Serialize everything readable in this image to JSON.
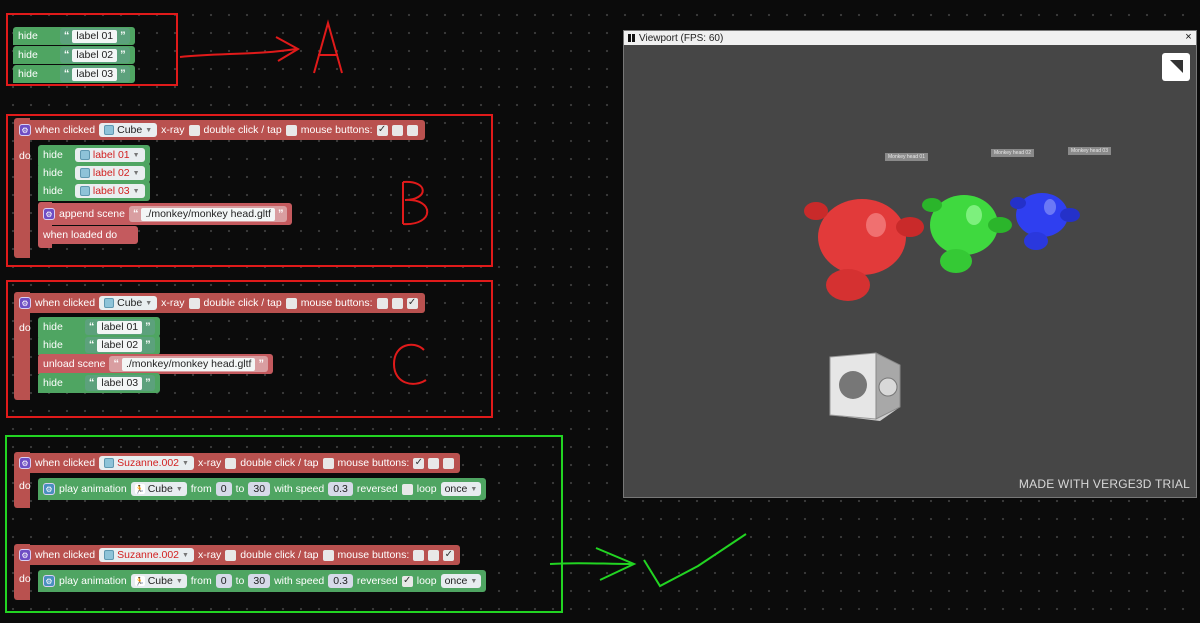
{
  "block_a": {
    "rows": [
      {
        "action": "hide",
        "label": "label 01"
      },
      {
        "action": "hide",
        "label": "label 02"
      },
      {
        "action": "hide",
        "label": "label 03"
      }
    ],
    "annotation": "A"
  },
  "block_b": {
    "header": {
      "event": "when clicked",
      "object": "Cube",
      "xray": "x-ray",
      "dbl": "double click / tap",
      "mouse": "mouse buttons:"
    },
    "do": "do",
    "rows": [
      {
        "action": "hide",
        "label": "label 01"
      },
      {
        "action": "hide",
        "label": "label 02"
      },
      {
        "action": "hide",
        "label": "label 03"
      }
    ],
    "append": "append scene",
    "path": "./monkey/monkey head.gltf",
    "loaded": "when loaded do",
    "annotation": "B"
  },
  "block_c": {
    "header": {
      "event": "when clicked",
      "object": "Cube",
      "xray": "x-ray",
      "dbl": "double click / tap",
      "mouse": "mouse buttons:"
    },
    "do": "do",
    "hide1": {
      "action": "hide",
      "label": "label 01"
    },
    "hide2": {
      "action": "hide",
      "label": "label 02"
    },
    "unload": "unload scene",
    "path": "./monkey/monkey head.gltf",
    "hide3": {
      "action": "hide",
      "label": "label 03"
    },
    "annotation": "C"
  },
  "block_d": {
    "header": {
      "event": "when clicked",
      "object": "Suzanne.002",
      "xray": "x-ray",
      "dbl": "double click / tap",
      "mouse": "mouse buttons:"
    },
    "do": "do",
    "play": "play animation",
    "anim_obj": "Cube",
    "from": "from",
    "from_v": "0",
    "to": "to",
    "to_v": "30",
    "speed": "with speed",
    "speed_v": "0.3",
    "reversed": "reversed",
    "loop": "loop",
    "loop_v": "once"
  },
  "block_e": {
    "header": {
      "event": "when clicked",
      "object": "Suzanne.002",
      "xray": "x-ray",
      "dbl": "double click / tap",
      "mouse": "mouse buttons:"
    },
    "do": "do",
    "play": "play animation",
    "anim_obj": "Cube",
    "from": "from",
    "from_v": "0",
    "to": "to",
    "to_v": "30",
    "speed": "with speed",
    "speed_v": "0.3",
    "reversed": "reversed",
    "loop": "loop",
    "loop_v": "once"
  },
  "viewport": {
    "title": "Viewport (FPS: 60)",
    "close": "×",
    "watermark": "MADE WITH VERGE3D TRIAL",
    "labels": [
      "Monkey head 01",
      "Monkey head 02",
      "Monkey head 03"
    ]
  },
  "colors": {
    "red_block": "#b9514f",
    "green_block": "#4fa562",
    "annotation_red": "#e01a1a",
    "annotation_green": "#22d422"
  }
}
